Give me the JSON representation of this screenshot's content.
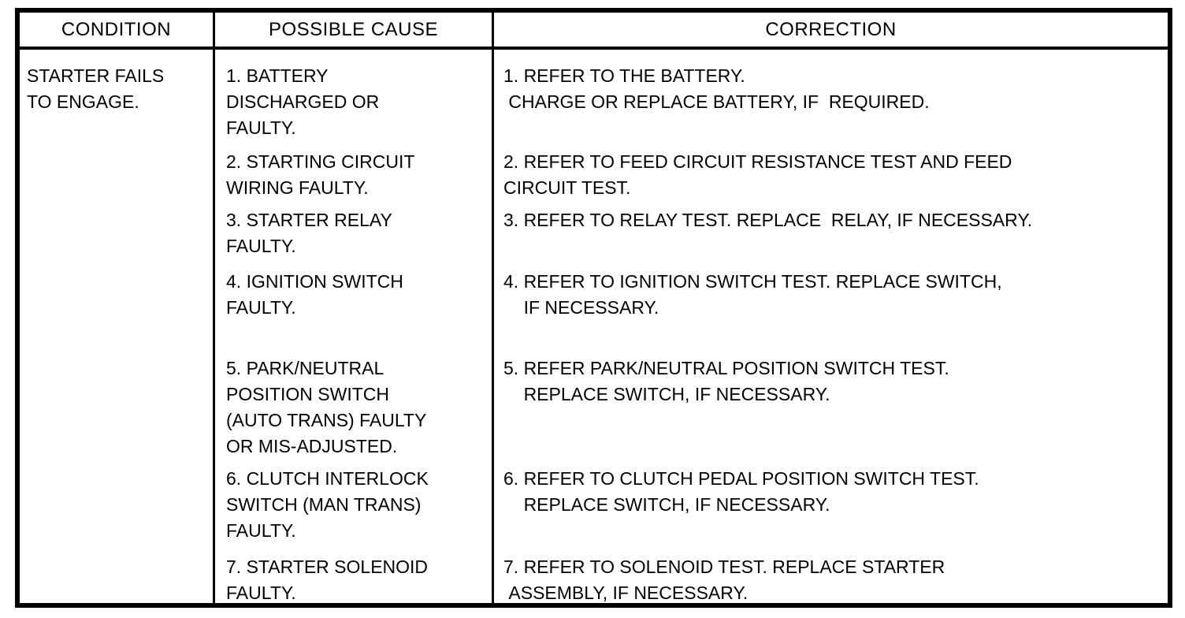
{
  "table": {
    "headers": {
      "condition": "CONDITION",
      "cause": "POSSIBLE CAUSE",
      "correction": "CORRECTION"
    },
    "condition": "STARTER FAILS\nTO ENGAGE.",
    "rows": [
      {
        "cause": "1. BATTERY\nDISCHARGED OR\nFAULTY.",
        "correction": "1. REFER TO THE BATTERY.\n CHARGE OR REPLACE BATTERY, IF  REQUIRED."
      },
      {
        "cause": "2. STARTING CIRCUIT\nWIRING FAULTY.",
        "correction": "2. REFER TO FEED CIRCUIT RESISTANCE TEST AND FEED\nCIRCUIT TEST."
      },
      {
        "cause": "3. STARTER RELAY\nFAULTY.",
        "correction": "3. REFER TO RELAY TEST. REPLACE  RELAY, IF NECESSARY."
      },
      {
        "cause": "4. IGNITION SWITCH\nFAULTY.",
        "correction": "4. REFER TO IGNITION SWITCH TEST. REPLACE SWITCH,\n    IF NECESSARY."
      },
      {
        "cause": "5. PARK/NEUTRAL\nPOSITION SWITCH\n(AUTO TRANS) FAULTY\nOR MIS-ADJUSTED.",
        "correction": "5. REFER PARK/NEUTRAL POSITION SWITCH TEST.\n    REPLACE SWITCH, IF NECESSARY."
      },
      {
        "cause": "6. CLUTCH INTERLOCK\nSWITCH (MAN TRANS)\nFAULTY.",
        "correction": "6. REFER TO CLUTCH PEDAL POSITION SWITCH TEST.\n    REPLACE SWITCH, IF NECESSARY."
      },
      {
        "cause": "7. STARTER SOLENOID\nFAULTY.",
        "correction": "7. REFER TO SOLENOID TEST. REPLACE STARTER\n ASSEMBLY, IF NECESSARY."
      }
    ]
  },
  "colors": {
    "border": "#000000",
    "background": "#ffffff",
    "text": "#000000"
  }
}
